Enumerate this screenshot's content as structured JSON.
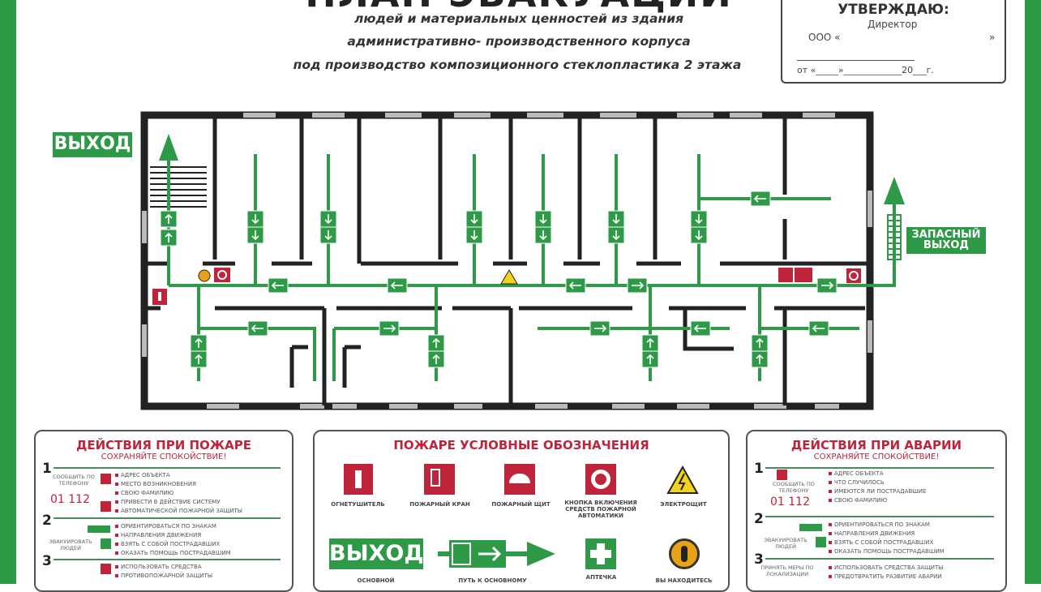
{
  "header": {
    "title": "ПЛАН ЭВАКУАЦИИ",
    "subtitle_lines": [
      "людей и материальных ценностей из здания",
      "административно- производственного корпуса",
      "под производство композиционного стеклопластика 2 этажа"
    ]
  },
  "approval": {
    "heading": "УТВЕРЖДАЮ:",
    "role": "Директор",
    "org": "ООО «",
    "org_end": "»",
    "date": "от «_____»_____________20___г."
  },
  "plan": {
    "exit_label": "ВЫХОД",
    "emergency_exit_label": "ЗАПАСНЫЙ ВЫХОД"
  },
  "fire_panel": {
    "title": "ДЕЙСТВИЯ ПРИ ПОЖАРЕ",
    "subtitle": "СОХРАНЯЙТЕ СПОКОЙСТВИЕ!",
    "steps": [
      "1",
      "2",
      "3"
    ],
    "phone_note": "СООБЩИТЬ ПО ТЕЛЕФОНУ",
    "phone": "01 112",
    "evac_note": "ЭВАКУИРОВАТЬ ЛЮДЕЙ",
    "items1": [
      "АДРЕС ОБЪЕКТА",
      "МЕСТО ВОЗНИКНОВЕНИЯ",
      "СВОЮ ФАМИЛИЮ",
      "ПРИВЕСТИ В ДЕЙСТВИЕ СИСТЕМУ",
      "АВТОМАТИЧЕСКОЙ ПОЖАРНОЙ ЗАЩИТЫ"
    ],
    "items2": [
      "ОРИЕНТИРОВАТЬСЯ ПО ЗНАКАМ",
      "НАПРАВЛЕНИЯ ДВИЖЕНИЯ",
      "ВЗЯТЬ С СОБОЙ ПОСТРАДАВШИХ",
      "ОКАЗАТЬ ПОМОЩЬ ПОСТРАДАВШИМ"
    ],
    "items3": [
      "ИСПОЛЬЗОВАТЬ СРЕДСТВА",
      "ПРОТИВОПОЖАРНОЙ ЗАЩИТЫ"
    ]
  },
  "legend": {
    "title": "ПОЖАРЕ УСЛОВНЫЕ ОБОЗНАЧЕНИЯ",
    "items": [
      "ОГНЕТУШИТЕЛЬ",
      "ПОЖАРНЫЙ КРАН",
      "ПОЖАРНЫЙ ЩИТ",
      "КНОПКА ВКЛЮЧЕНИЯ СРЕДСТВ ПОЖАРНОЙ АВТОМАТИКИ",
      "ЭЛЕКТРОЩИТ",
      "ОСНОВНОЙ",
      "ПУТЬ К ОСНОВНОМУ",
      "АПТЕЧКА",
      "ВЫ НАХОДИТЕСЬ"
    ],
    "exit_sign": "ВЫХОД"
  },
  "accident_panel": {
    "title": "ДЕЙСТВИЯ ПРИ АВАРИИ",
    "subtitle": "СОХРАНЯЙТЕ СПОКОЙСТВИЕ!",
    "steps": [
      "1",
      "2",
      "3"
    ],
    "phone_note": "СООБЩИТЬ ПО ТЕЛЕФОНУ",
    "phone": "01 112",
    "evac_note": "ЭВАКУИРОВАТЬ ЛЮДЕЙ",
    "measures_note": "ПРИНЯТЬ МЕРЫ ПО ЛОКАЛИЗАЦИИ",
    "items1": [
      "АДРЕС ОБЪЕКТА",
      "ЧТО СЛУЧИЛОСЬ",
      "ИМЕЮТСЯ ЛИ ПОСТРАДАВШИЕ",
      "СВОЮ ФАМИЛИЮ"
    ],
    "items2": [
      "ОРИЕНТИРОВАТЬСЯ ПО ЗНАКАМ",
      "НАПРАВЛЕНИЯ ДВИЖЕНИЯ",
      "ВЗЯТЬ С СОБОЙ ПОСТРАДАВШИХ",
      "ОКАЗАТЬ ПОМОЩЬ ПОСТРАДАВШИМ"
    ],
    "items3": [
      "ИСПОЛЬЗОВАТЬ СРЕДСТВА ЗАЩИТЫ",
      "ПРЕДОТВРАТИТЬ РАЗВИТИЕ АВАРИИ"
    ]
  },
  "colors": {
    "green": "#2e9a47",
    "red": "#c0243a",
    "wall": "#222222"
  }
}
